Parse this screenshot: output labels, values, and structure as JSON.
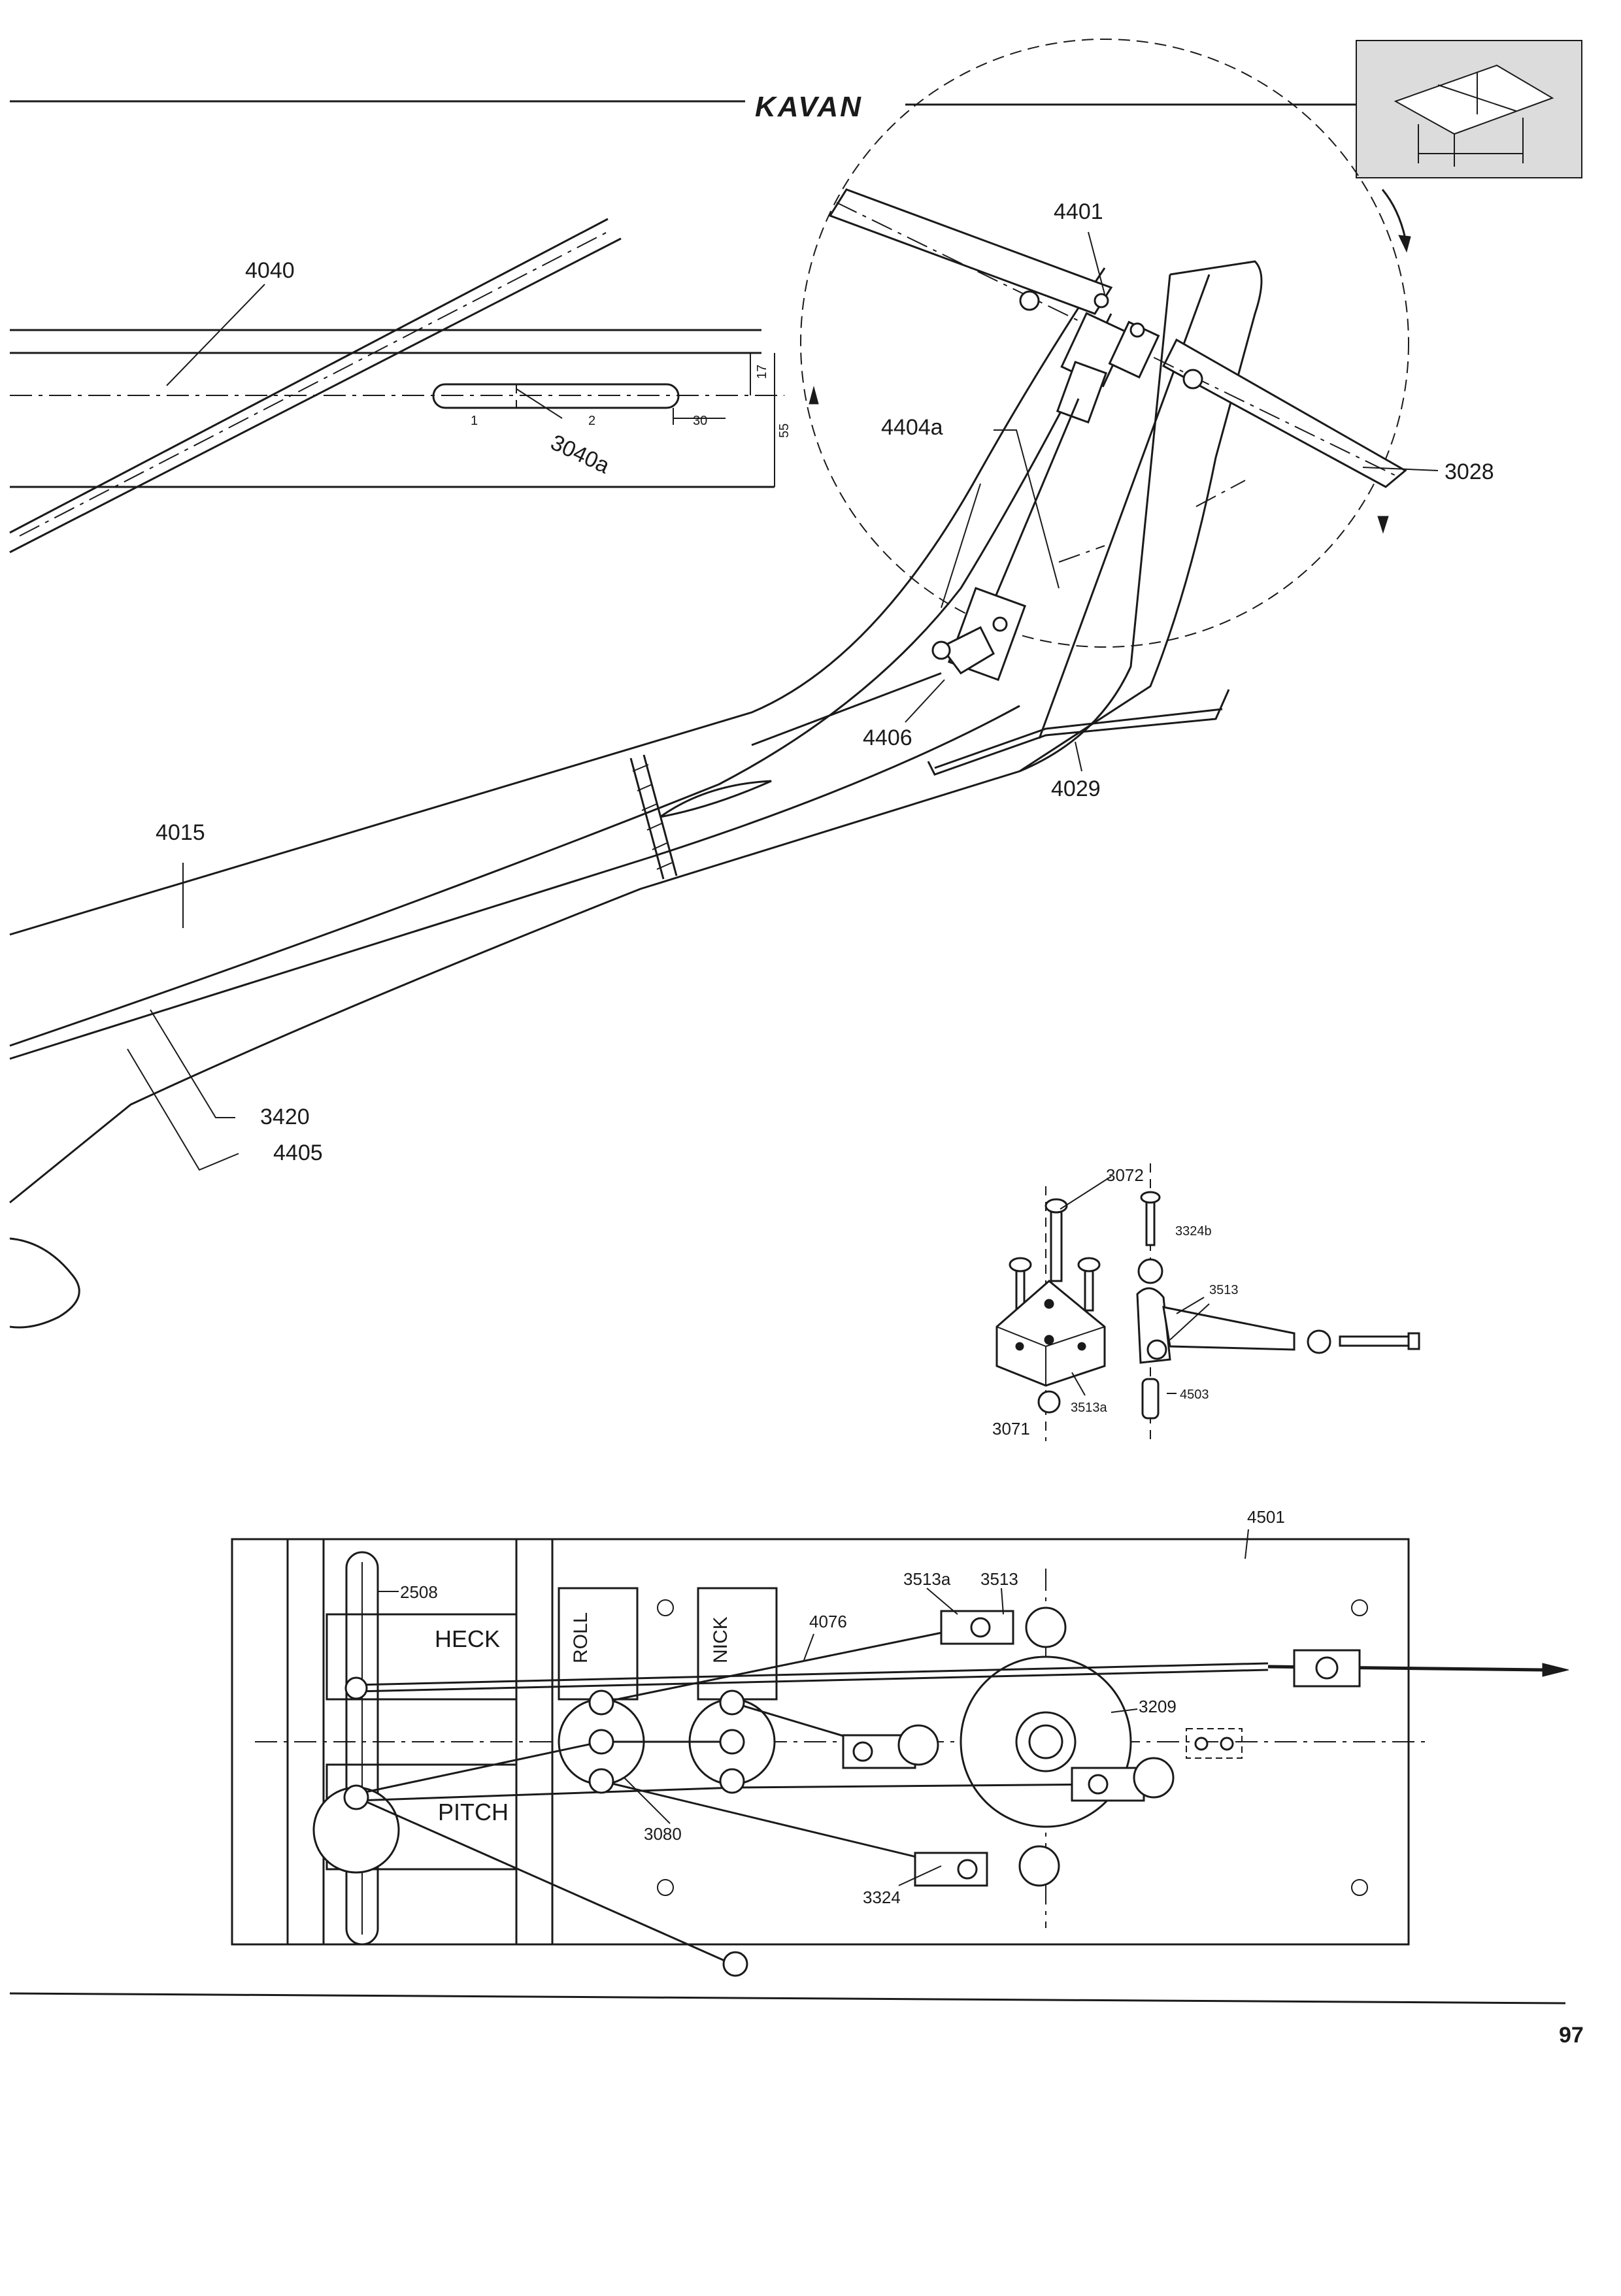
{
  "brand": "KAVAN",
  "page_number": "97",
  "tail_section": {
    "labels": {
      "p4040": "4040",
      "p3040a": "3040a",
      "p4401": "4401",
      "p4404a": "4404a",
      "p3028": "3028",
      "p4406": "4406",
      "p4029": "4029",
      "p4015": "4015",
      "p3420": "3420",
      "p4405": "4405"
    },
    "dimensions": {
      "d17": "17",
      "d30": "30",
      "d55": "55",
      "n1": "1",
      "n2": "2"
    }
  },
  "bellcrank_exploded": {
    "labels": {
      "p3072": "3072",
      "p3324b": "3324b",
      "p3513": "3513",
      "p3513a": "3513a",
      "p3071": "3071",
      "p4503": "4503"
    }
  },
  "servo_tray": {
    "labels": {
      "p4501": "4501",
      "p2508": "2508",
      "p3513a": "3513a",
      "p3513": "3513",
      "p4076": "4076",
      "p3209": "3209",
      "p3080": "3080",
      "p3324": "3324"
    },
    "servos": {
      "heck": "HECK",
      "pitch": "PITCH",
      "roll": "ROLL",
      "nick": "NICK"
    }
  }
}
